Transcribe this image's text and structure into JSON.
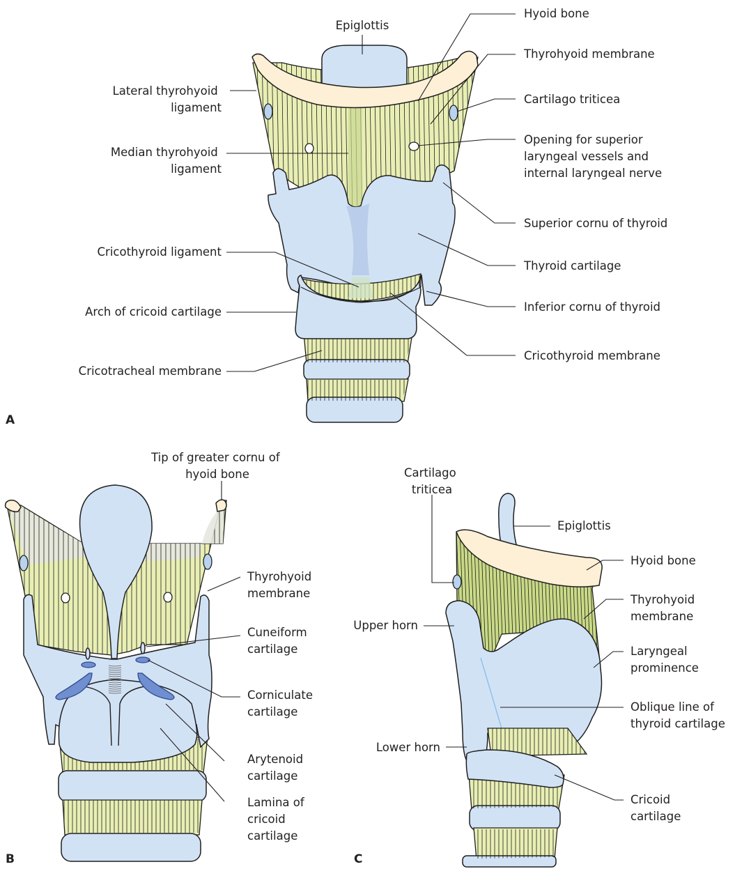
{
  "colors": {
    "cartilage": "#d2e2f5",
    "hyoid_bone": "#fdf0d6",
    "membrane": "#e9efb4",
    "membrane_lateral_view": "#c9da86",
    "arytenoid": "#6f8fd0",
    "line": "#231f20"
  },
  "panels": {
    "a": {
      "letter": "A",
      "labels": {
        "epiglottis": "Epiglottis",
        "hyoid_bone": "Hyoid bone",
        "thyrohyoid_membrane": "Thyrohyoid membrane",
        "cartilago_triticea": "Cartilago triticea",
        "opening": [
          "Opening for superior",
          "laryngeal vessels and",
          "internal laryngeal nerve"
        ],
        "superior_cornu": "Superior cornu of thyroid",
        "thyroid_cartilage": "Thyroid cartilage",
        "inferior_cornu": "Inferior cornu of thyroid",
        "cricothyroid_membrane": "Cricothyroid membrane",
        "lateral_thyrohyoid": [
          "Lateral thyrohyoid",
          "ligament"
        ],
        "median_thyrohyoid": [
          "Median thyrohyoid",
          "ligament"
        ],
        "cricothyroid_ligament": "Cricothyroid ligament",
        "arch_cricoid": "Arch of cricoid cartilage",
        "cricotracheal": "Cricotracheal membrane"
      }
    },
    "b": {
      "letter": "B",
      "labels": {
        "tip_greater_cornu": [
          "Tip of greater cornu of",
          "hyoid bone"
        ],
        "thyrohyoid_membrane": [
          "Thyrohyoid",
          "membrane"
        ],
        "cuneiform": [
          "Cuneiform",
          "cartilage"
        ],
        "corniculate": [
          "Corniculate",
          "cartilage"
        ],
        "arytenoid": [
          "Arytenoid",
          "cartilage"
        ],
        "lamina_cricoid": [
          "Lamina of",
          "cricoid",
          "cartilage"
        ]
      }
    },
    "c": {
      "letter": "C",
      "labels": {
        "cartilago_triticea": [
          "Cartilago",
          "triticea"
        ],
        "epiglottis": "Epiglottis",
        "hyoid_bone": "Hyoid bone",
        "thyrohyoid_membrane": [
          "Thyrohyoid",
          "membrane"
        ],
        "upper_horn": "Upper horn",
        "laryngeal_prominence": [
          "Laryngeal",
          "prominence"
        ],
        "oblique_line": [
          "Oblique line of",
          "thyroid cartilage"
        ],
        "lower_horn": "Lower horn",
        "cricoid_cartilage": [
          "Cricoid",
          "cartilage"
        ]
      }
    }
  }
}
